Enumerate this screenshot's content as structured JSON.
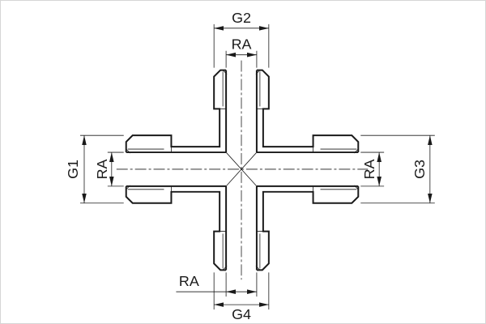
{
  "drawing": {
    "colors": {
      "line": "#1a1a1a",
      "background": "#ffffff"
    },
    "dims": {
      "g1": "G1",
      "g2": "G2",
      "g3": "G3",
      "g4": "G4",
      "ra_top": "RA",
      "ra_left": "RA",
      "ra_right": "RA",
      "ra_bottom": "RA"
    }
  }
}
